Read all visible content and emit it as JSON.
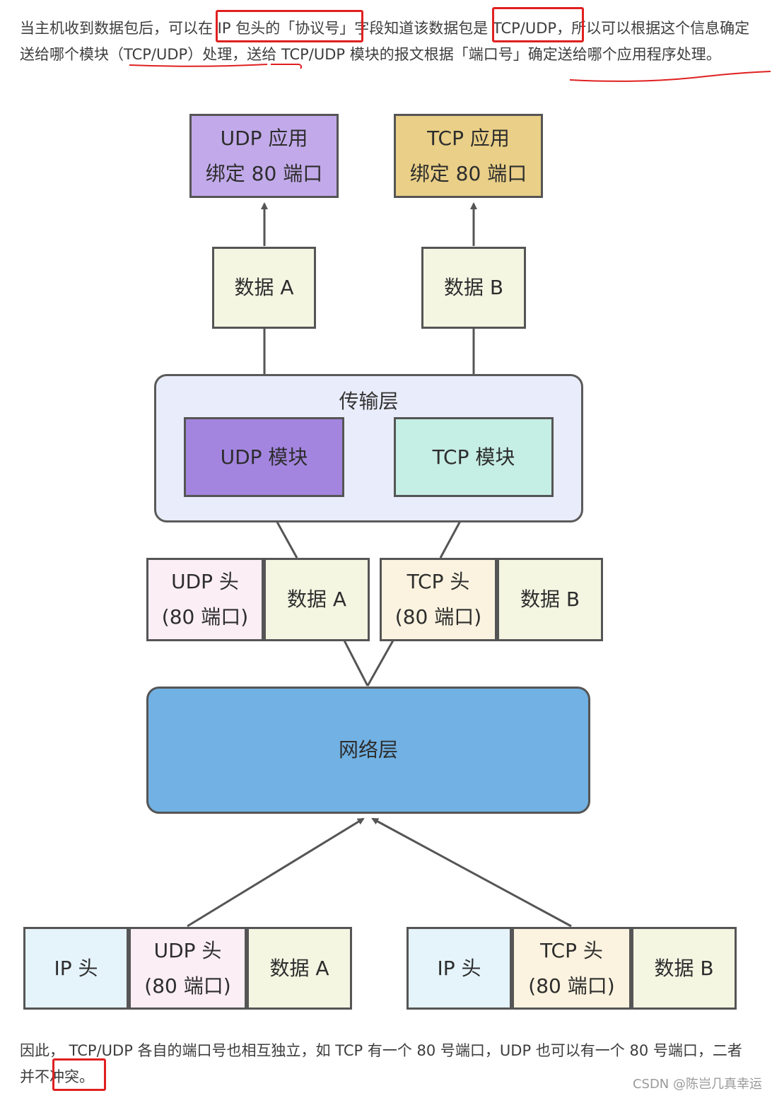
{
  "intro_text": "当主机收到数据包后，可以在 IP 包头的「协议号」字段知道该数据包是 TCP/UDP，所以可以根据这个信息确定送给哪个模块（TCP/UDP）处理，送给 TCP/UDP 模块的报文根据「端口号」确定送给哪个应用程序处理。",
  "diagram": {
    "udp_app": {
      "line1": "UDP 应用",
      "line2": "绑定 80 端口"
    },
    "tcp_app": {
      "line1": "TCP 应用",
      "line2": "绑定 80 端口"
    },
    "data_a": "数据 A",
    "data_b": "数据 B",
    "transport_layer": {
      "title": "传输层",
      "udp_module": "UDP 模块",
      "tcp_module": "TCP 模块"
    },
    "udp_header": {
      "line1": "UDP 头",
      "line2": "(80 端口)"
    },
    "tcp_header": {
      "line1": "TCP 头",
      "line2": "(80 端口)"
    },
    "network_layer": "网络层",
    "ip_header": "IP 头",
    "colors": {
      "udp_app": "#c2aaea",
      "tcp_app": "#e9cf87",
      "data": "#f4f6e2",
      "transport_bg": "#e9ecfa",
      "udp_module": "#a385e0",
      "tcp_module": "#c5eee4",
      "udp_header": "#fbeef4",
      "tcp_header": "#fbf3df",
      "network": "#71b1e3",
      "ip_header": "#e5f3fb",
      "annotation": "#e02020"
    }
  },
  "outro_text": "因此， TCP/UDP 各自的端口号也相互独立，如 TCP 有一个 80 号端口，UDP 也可以有一个 80 号端口，二者并不冲突。",
  "watermark": "CSDN @陈岂几真幸运"
}
